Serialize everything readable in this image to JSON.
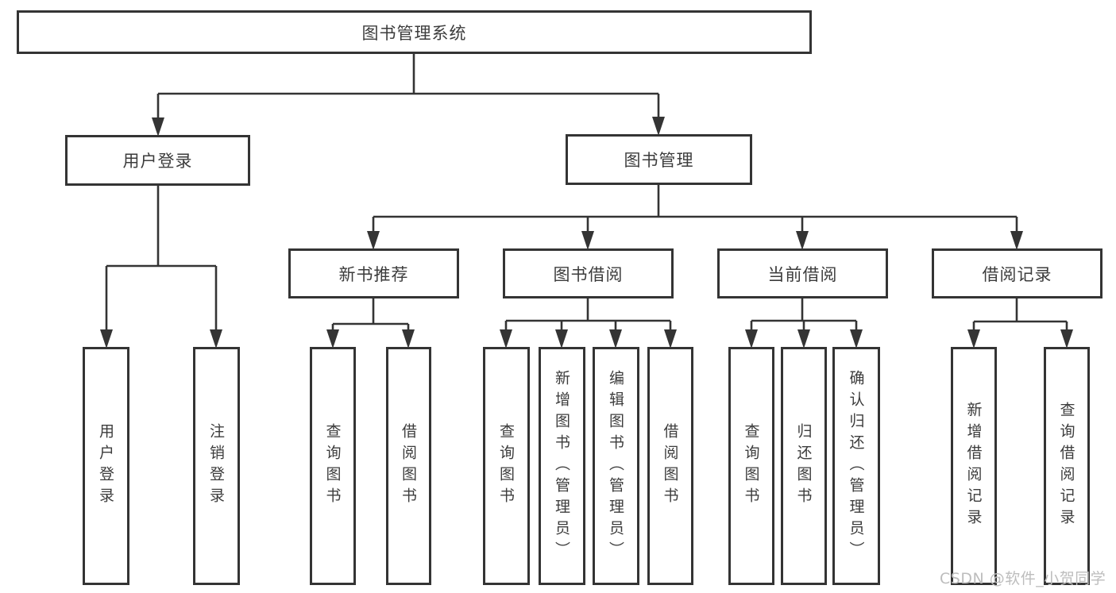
{
  "tree": {
    "root": "图书管理系统",
    "branches": [
      {
        "label": "用户登录",
        "children": [
          "用户登录",
          "注销登录"
        ]
      },
      {
        "label": "图书管理",
        "groups": [
          {
            "label": "新书推荐",
            "children": [
              "查询图书",
              "借阅图书"
            ]
          },
          {
            "label": "图书借阅",
            "children": [
              "查询图书",
              "新增图书（管理员）",
              "编辑图书（管理员）",
              "借阅图书"
            ]
          },
          {
            "label": "当前借阅",
            "children": [
              "查询图书",
              "归还图书",
              "确认归还（管理员）"
            ]
          },
          {
            "label": "借阅记录",
            "children": [
              "新增借阅记录",
              "查询借阅记录"
            ]
          }
        ]
      }
    ]
  },
  "watermark": {
    "text": "CSDN @软件_小贺同学"
  },
  "colors": {
    "line": "#343434",
    "text": "#3c3c3c",
    "watermark": "#bdbdbd",
    "background": "#ffffff"
  }
}
